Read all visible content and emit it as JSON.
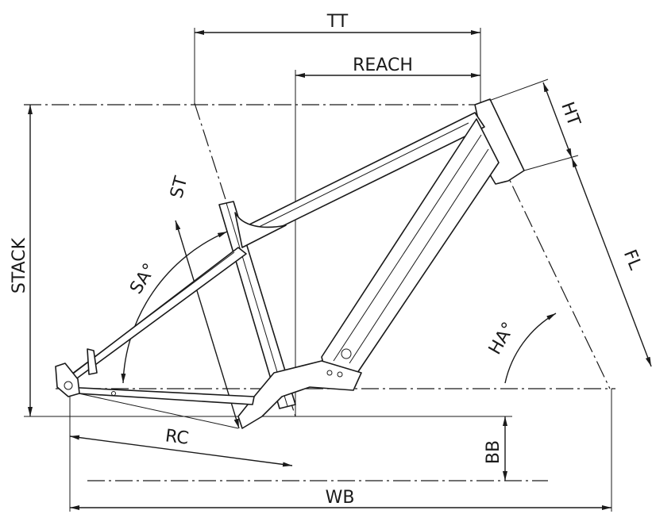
{
  "labels": {
    "tt": "TT",
    "reach": "REACH",
    "ht": "HT",
    "st": "ST",
    "stack": "STACK",
    "sa": "SA°",
    "fl": "FL",
    "ha": "HA°",
    "rc": "RC",
    "bb": "BB",
    "wb": "WB"
  }
}
